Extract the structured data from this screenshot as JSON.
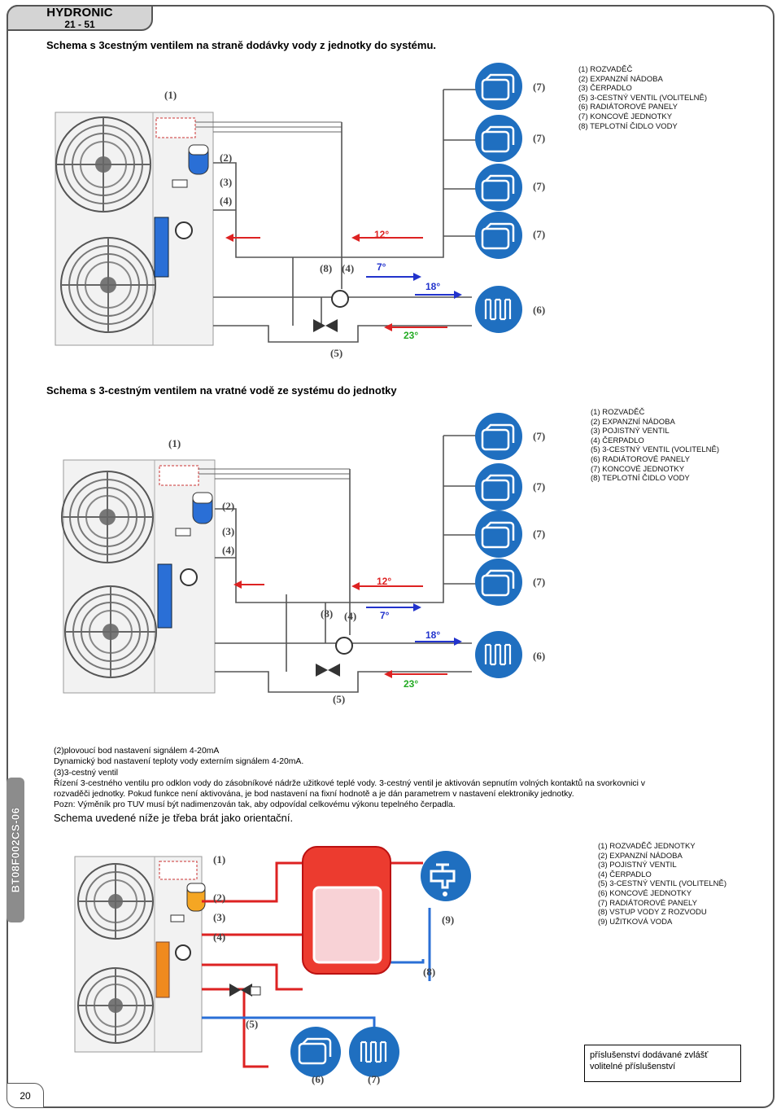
{
  "header": {
    "product": "HYDRONIC",
    "range": "21 - 51"
  },
  "sections": [
    {
      "title": "Schema s 3cestným ventilem na straně dodávky vody z jednotky do systému."
    },
    {
      "title": "Schema s 3-cestným ventilem na vratné vodě ze systému do jednotky"
    }
  ],
  "legend_1": [
    "(1) ROZVADĚČ",
    "(2) EXPANZNÍ NÁDOBA",
    "(3) ČERPADLO",
    "(5) 3-CESTNÝ VENTIL (VOLITELNĚ)",
    "(6) RADIÁTOROVÉ PANELY",
    "(7) KONCOVÉ JEDNOTKY",
    "(8) TEPLOTNÍ ČIDLO VODY"
  ],
  "legend_2": [
    "(1) ROZVADĚČ",
    "(2) EXPANZNÍ NÁDOBA",
    "(3) POJISTNÝ VENTIL",
    "(4) ČERPADLO",
    "(5) 3-CESTNÝ VENTIL (VOLITELNĚ)",
    "(6) RADIÁTOROVÉ PANELY",
    "(7) KONCOVÉ JEDNOTKY",
    "(8) TEPLOTNÍ ČIDLO VODY"
  ],
  "legend_3": [
    "(1) ROZVADĚČ JEDNOTKY",
    "(2) EXPANZNÍ NÁDOBA",
    "(3) POJISTNÝ VENTIL",
    "(4) ČERPADLO",
    "(5) 3-CESTNÝ VENTIL (VOLITELNĚ)",
    "(6) KONCOVÉ JEDNOTKY",
    "(7) RADIÁTOROVÉ PANELY",
    "(8) VSTUP VODY Z ROZVODU",
    "(9) UŽITKOVÁ VODA"
  ],
  "info": [
    "(2)plovoucí bod nastavení signálem 4-20mA",
    "Dynamický bod nastavení teploty vody externím signálem 4-20mA.",
    "(3)3-cestný ventil",
    "Řízení 3-cestného ventilu pro odklon vody do zásobníkové nádrže užitkové teplé vody. 3-cestný ventil je aktivován sepnutím volných kontaktů na svorkovnici v",
    "rozvaděči jednotky. Pokud funkce není aktivována, je bod nastavení na fixní hodnotě a je dán parametrem v nastavení elektroniky jednotky.",
    "Pozn: Výměník pro TUV musí být nadimenzován tak, aby odpovídal celkovému výkonu tepelného čerpadla.",
    ""
  ],
  "info_note": "Schema uvedené níže je třeba brát jako orientační.",
  "side_code": "BT08F002CS-06",
  "page_number": "20",
  "accessory_box": [
    "příslušenství dodávané zvlášť",
    "volitelné příslušenství"
  ],
  "terminal_count": 4,
  "colors": {
    "icon_blue": "#1f6fc0",
    "supply_red": "#d22222",
    "return_blue": "#2233cc",
    "temp_green": "#22aa22"
  }
}
